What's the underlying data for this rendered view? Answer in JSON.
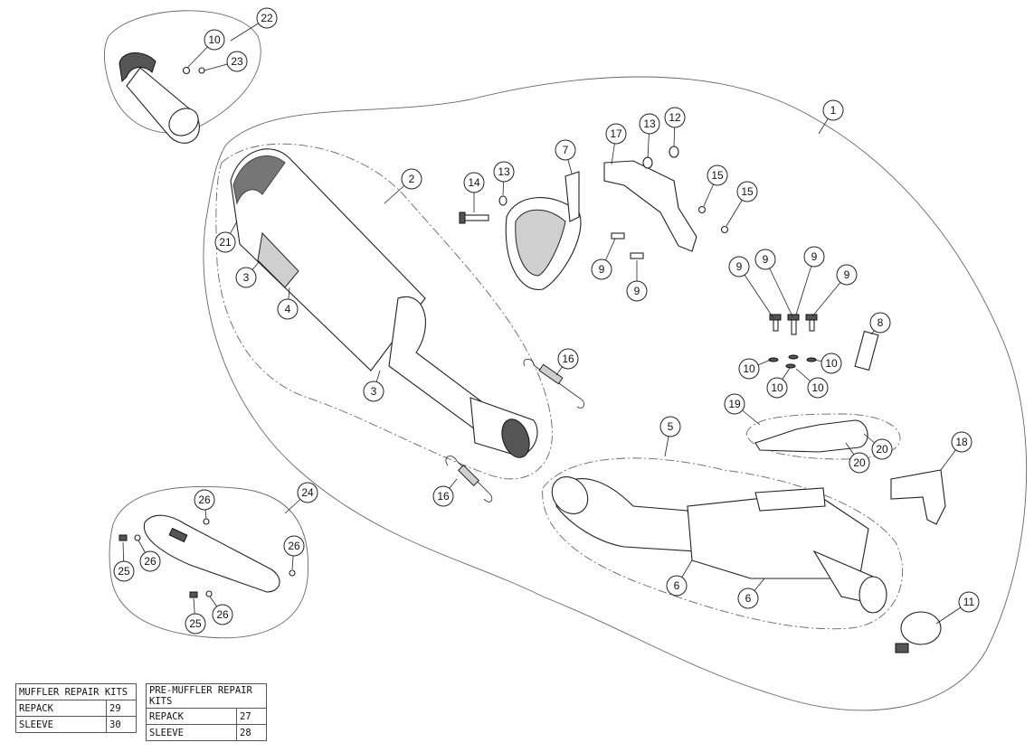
{
  "callouts": [
    "22",
    "10",
    "23",
    "1",
    "2",
    "13",
    "12",
    "17",
    "7",
    "14",
    "13",
    "15",
    "15",
    "21",
    "3",
    "4",
    "9",
    "9",
    "9",
    "9",
    "9",
    "9",
    "8",
    "16",
    "3",
    "10",
    "10",
    "10",
    "10",
    "19",
    "5",
    "20",
    "20",
    "18",
    "16",
    "24",
    "26",
    "26",
    "26",
    "25",
    "6",
    "6",
    "11",
    "25",
    "26"
  ],
  "tables": {
    "muffler": {
      "title": "MUFFLER REPAIR KITS",
      "rows": [
        {
          "label": "REPACK",
          "value": "29"
        },
        {
          "label": "SLEEVE",
          "value": "30"
        }
      ]
    },
    "pre_muffler": {
      "title": "PRE-MUFFLER REPAIR KITS",
      "rows": [
        {
          "label": "REPACK",
          "value": "27"
        },
        {
          "label": "SLEEVE",
          "value": "28"
        }
      ]
    }
  }
}
